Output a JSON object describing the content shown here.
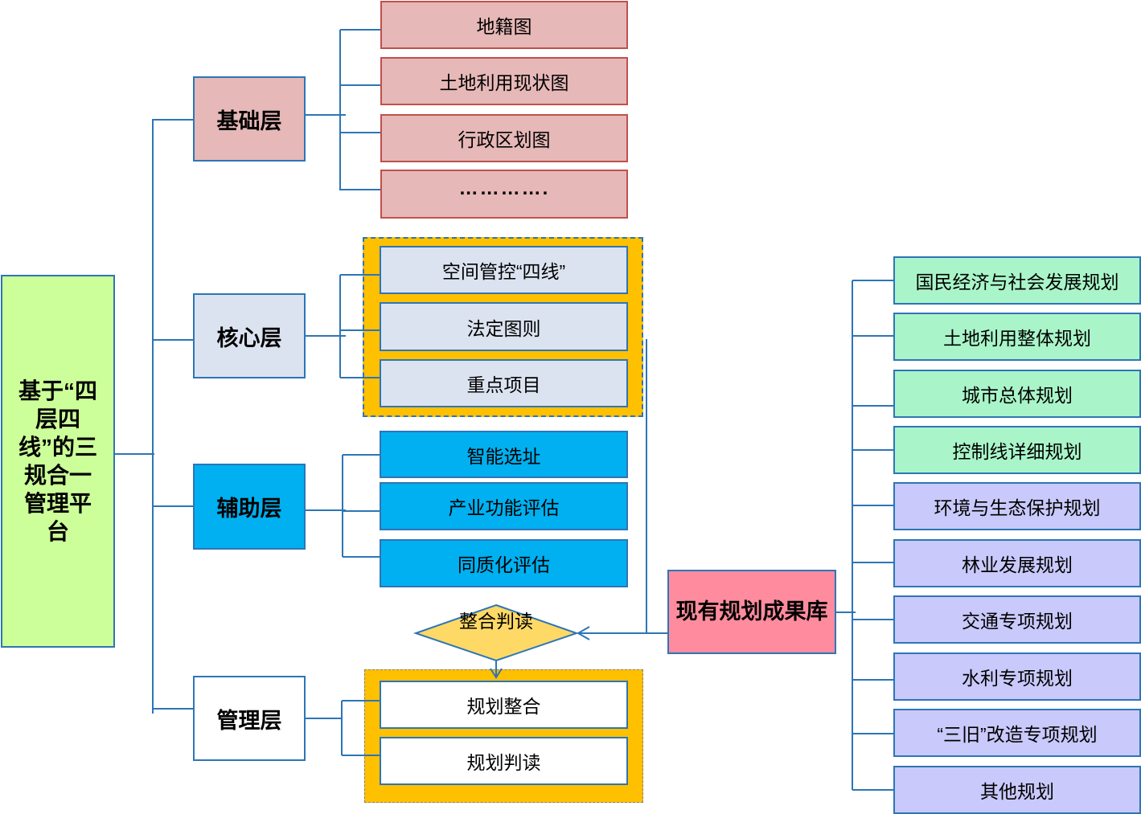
{
  "root": {
    "label": "基于“四层四线”的三规合一管理平台"
  },
  "layers": [
    {
      "label": "基础层",
      "items": [
        "地籍图",
        "土地利用现状图",
        "行政区划图",
        "…………."
      ]
    },
    {
      "label": "核心层",
      "items": [
        "空间管控“四线”",
        "法定图则",
        "重点项目"
      ]
    },
    {
      "label": "辅助层",
      "items": [
        "智能选址",
        "产业功能评估",
        "同质化评估"
      ]
    },
    {
      "label": "管理层",
      "items": [
        "规划整合",
        "规划判读"
      ]
    }
  ],
  "integration": {
    "label": "整合判读"
  },
  "library": {
    "label": "现有规划成果库",
    "items": [
      "国民经济与社会发展规划",
      "土地利用整体规划",
      "城市总体规划",
      "控制线详细规划",
      "环境与生态保护规划",
      "林业发展规划",
      "交通专项规划",
      "水利专项规划",
      "“三旧”改造专项规划",
      "其他规划"
    ]
  },
  "colors": {
    "connector": "#2e75b6",
    "highlight": "#ffc000",
    "base_layer": "#e6b8b7",
    "core_layer": "#dce3f0",
    "aux_layer": "#00b0f0",
    "root": "#ccff99",
    "library": "#ff8c9e",
    "plan_green": "#a9f5c9",
    "plan_lavender": "#c9c9fb",
    "diamond": "#ffd966"
  }
}
